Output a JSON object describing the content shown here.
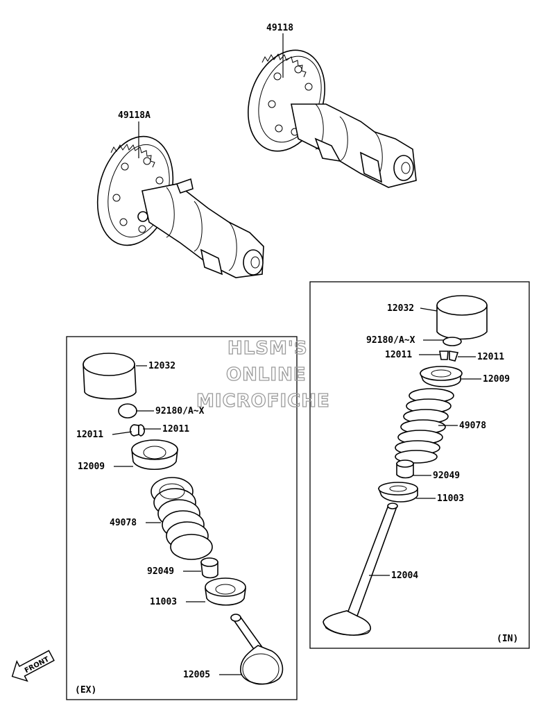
{
  "watermark": {
    "line1": "HLSM'S",
    "line2": "ONLINE",
    "line3": "MICROFICHE"
  },
  "front_label": "FRONT",
  "camshafts": {
    "exhaust_cam": "49118A",
    "intake_cam": "49118"
  },
  "exhaust_box": {
    "tag": "(EX)",
    "labels": {
      "tappet": "12032",
      "shim": "92180/A~X",
      "cotter_left": "12011",
      "cotter_right": "12011",
      "retainer": "12009",
      "spring": "49078",
      "stem_seal": "92049",
      "spring_seat": "11003",
      "valve": "12005"
    }
  },
  "intake_box": {
    "tag": "(IN)",
    "labels": {
      "tappet": "12032",
      "shim": "92180/A~X",
      "cotter_left": "12011",
      "cotter_right": "12011",
      "retainer": "12009",
      "spring": "49078",
      "stem_seal": "92049",
      "spring_seat": "11003",
      "valve": "12004"
    }
  }
}
